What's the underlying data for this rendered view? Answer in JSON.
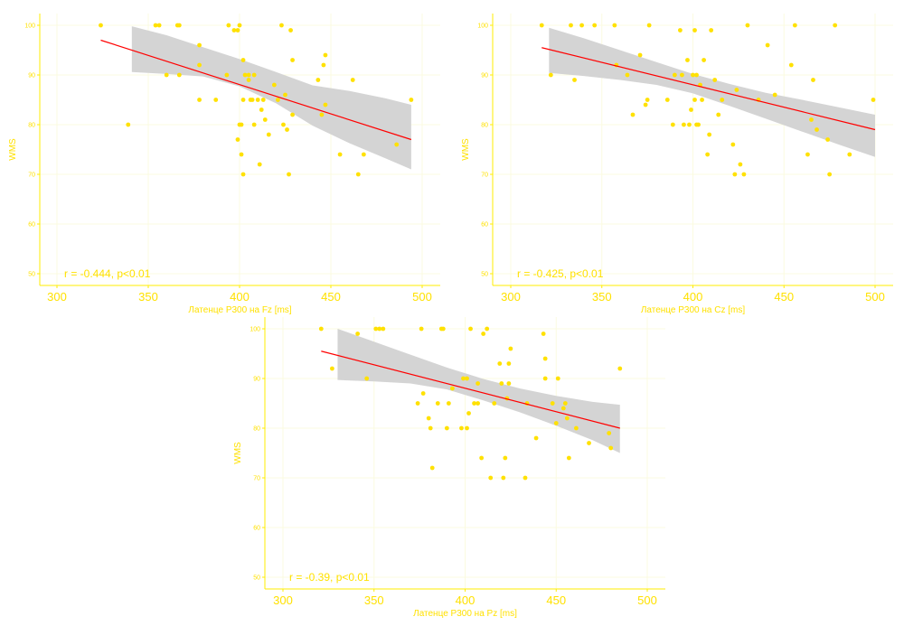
{
  "style": {
    "axis_color": "#ffee00",
    "label_color": "#ffe100",
    "point_color": "#ffe100",
    "fit_color": "#ff0000",
    "band_color": "#d4d4d4"
  },
  "chart_data": [
    {
      "type": "scatter",
      "title": "",
      "xlabel": "Латенце P300 на Fz [ms]",
      "ylabel": "WMS",
      "xlim": [
        290,
        500
      ],
      "ylim": [
        47,
        102
      ],
      "xticks": [
        300,
        350,
        400,
        450,
        500
      ],
      "yticks": [
        50,
        60,
        70,
        80,
        90,
        100
      ],
      "annotation": "r = -0.444, p<0.01",
      "fit": {
        "x0": 324,
        "y0": 97,
        "x1": 494,
        "y1": 77
      },
      "band": {
        "x": [
          341,
          360,
          380,
          400,
          420,
          440,
          460,
          480,
          494
        ],
        "upper": [
          99.8,
          98.0,
          95.6,
          93.2,
          90.6,
          87.9,
          86.8,
          85.3,
          84.0
        ],
        "lower": [
          90.6,
          90.2,
          89.7,
          87.7,
          84.3,
          79.8,
          76.3,
          73.2,
          71.0
        ]
      },
      "points": [
        [
          324,
          100
        ],
        [
          339,
          80
        ],
        [
          354,
          100
        ],
        [
          356,
          100
        ],
        [
          366,
          100
        ],
        [
          367,
          100
        ],
        [
          360,
          90
        ],
        [
          367,
          90
        ],
        [
          378,
          96
        ],
        [
          378,
          92
        ],
        [
          378,
          85
        ],
        [
          387,
          85
        ],
        [
          393,
          90
        ],
        [
          394,
          100
        ],
        [
          397,
          99
        ],
        [
          399,
          99
        ],
        [
          400,
          100
        ],
        [
          399,
          77
        ],
        [
          400,
          80
        ],
        [
          401,
          80
        ],
        [
          401,
          74
        ],
        [
          402,
          70
        ],
        [
          402,
          93
        ],
        [
          402,
          85
        ],
        [
          403,
          90
        ],
        [
          405,
          89
        ],
        [
          405,
          90
        ],
        [
          406,
          85
        ],
        [
          407,
          85
        ],
        [
          408,
          90
        ],
        [
          408,
          80
        ],
        [
          410,
          85
        ],
        [
          412,
          83
        ],
        [
          411,
          72
        ],
        [
          413,
          85
        ],
        [
          414,
          81
        ],
        [
          416,
          78
        ],
        [
          419,
          88
        ],
        [
          421,
          85
        ],
        [
          423,
          100
        ],
        [
          424,
          80
        ],
        [
          425,
          86
        ],
        [
          426,
          79
        ],
        [
          427,
          70
        ],
        [
          428,
          99
        ],
        [
          429,
          93
        ],
        [
          429,
          82
        ],
        [
          443,
          89
        ],
        [
          445,
          82
        ],
        [
          446,
          92
        ],
        [
          447,
          94
        ],
        [
          447,
          84
        ],
        [
          455,
          74
        ],
        [
          462,
          89
        ],
        [
          465,
          70
        ],
        [
          468,
          74
        ],
        [
          486,
          76
        ],
        [
          494,
          85
        ]
      ]
    },
    {
      "type": "scatter",
      "title": "",
      "xlabel": "Латенце P300 на Cz [ms]",
      "ylabel": "WMS",
      "xlim": [
        290,
        510
      ],
      "ylim": [
        47,
        102
      ],
      "xticks": [
        300,
        350,
        400,
        450,
        500
      ],
      "yticks": [
        50,
        60,
        70,
        80,
        90,
        100
      ],
      "annotation": "r = -0.425, p<0.01",
      "fit": {
        "x0": 317,
        "y0": 95.5,
        "x1": 500,
        "y1": 79
      },
      "band": {
        "x": [
          321,
          340,
          360,
          380,
          400,
          420,
          440,
          460,
          480,
          500
        ],
        "upper": [
          99.5,
          97.4,
          95.0,
          92.6,
          90.2,
          88.2,
          86.4,
          85.0,
          83.5,
          82.0
        ],
        "lower": [
          90.4,
          89.8,
          89.0,
          88.0,
          86.3,
          83.8,
          81.2,
          78.6,
          76.0,
          73.5
        ]
      },
      "points": [
        [
          317,
          100
        ],
        [
          322,
          90
        ],
        [
          333,
          100
        ],
        [
          335,
          89
        ],
        [
          339,
          100
        ],
        [
          346,
          100
        ],
        [
          357,
          100
        ],
        [
          358,
          92
        ],
        [
          364,
          90
        ],
        [
          367,
          82
        ],
        [
          371,
          94
        ],
        [
          374,
          84
        ],
        [
          375,
          85
        ],
        [
          376,
          100
        ],
        [
          386,
          85
        ],
        [
          389,
          80
        ],
        [
          390,
          90
        ],
        [
          393,
          99
        ],
        [
          394,
          90
        ],
        [
          395,
          80
        ],
        [
          397,
          93
        ],
        [
          398,
          80
        ],
        [
          399,
          83
        ],
        [
          400,
          90
        ],
        [
          401,
          99
        ],
        [
          401,
          85
        ],
        [
          402,
          80
        ],
        [
          402,
          90
        ],
        [
          403,
          80
        ],
        [
          404,
          88
        ],
        [
          405,
          85
        ],
        [
          406,
          93
        ],
        [
          408,
          74
        ],
        [
          409,
          78
        ],
        [
          410,
          99
        ],
        [
          412,
          89
        ],
        [
          414,
          82
        ],
        [
          416,
          85
        ],
        [
          422,
          76
        ],
        [
          423,
          70
        ],
        [
          424,
          87
        ],
        [
          426,
          72
        ],
        [
          428,
          70
        ],
        [
          430,
          100
        ],
        [
          436,
          85
        ],
        [
          441,
          96
        ],
        [
          445,
          86
        ],
        [
          454,
          92
        ],
        [
          456,
          100
        ],
        [
          463,
          74
        ],
        [
          465,
          81
        ],
        [
          466,
          89
        ],
        [
          468,
          79
        ],
        [
          474,
          77
        ],
        [
          475,
          70
        ],
        [
          478,
          100
        ],
        [
          486,
          74
        ],
        [
          499,
          85
        ]
      ]
    },
    {
      "type": "scatter",
      "title": "",
      "xlabel": "Латенце P300 на Pz [ms]",
      "ylabel": "WMS",
      "xlim": [
        290,
        510
      ],
      "ylim": [
        47,
        102
      ],
      "xticks": [
        300,
        350,
        400,
        450,
        500
      ],
      "yticks": [
        50,
        60,
        70,
        80,
        90,
        100
      ],
      "annotation": "r = -0.39, p<0.01",
      "fit": {
        "x0": 321,
        "y0": 95.5,
        "x1": 485,
        "y1": 80
      },
      "band": {
        "x": [
          330,
          350,
          370,
          390,
          410,
          430,
          450,
          470,
          485
        ],
        "upper": [
          100,
          97.4,
          94.8,
          92.2,
          89.9,
          88.0,
          86.5,
          85.3,
          84.7
        ],
        "lower": [
          89.7,
          89.4,
          89.0,
          87.8,
          85.6,
          83.2,
          80.5,
          77.6,
          75.0
        ]
      },
      "points": [
        [
          321,
          100
        ],
        [
          327,
          92
        ],
        [
          341,
          99
        ],
        [
          346,
          90
        ],
        [
          351,
          100
        ],
        [
          353,
          100
        ],
        [
          355,
          100
        ],
        [
          374,
          85
        ],
        [
          376,
          100
        ],
        [
          377,
          87
        ],
        [
          380,
          82
        ],
        [
          381,
          80
        ],
        [
          382,
          72
        ],
        [
          385,
          85
        ],
        [
          387,
          100
        ],
        [
          388,
          100
        ],
        [
          390,
          80
        ],
        [
          391,
          85
        ],
        [
          393,
          88
        ],
        [
          398,
          80
        ],
        [
          399,
          90
        ],
        [
          401,
          90
        ],
        [
          401,
          80
        ],
        [
          402,
          83
        ],
        [
          403,
          100
        ],
        [
          405,
          85
        ],
        [
          407,
          85
        ],
        [
          407,
          89
        ],
        [
          409,
          74
        ],
        [
          410,
          99
        ],
        [
          412,
          100
        ],
        [
          414,
          70
        ],
        [
          416,
          85
        ],
        [
          419,
          93
        ],
        [
          420,
          89
        ],
        [
          421,
          70
        ],
        [
          422,
          74
        ],
        [
          423,
          86
        ],
        [
          424,
          89
        ],
        [
          424,
          93
        ],
        [
          425,
          96
        ],
        [
          433,
          70
        ],
        [
          434,
          85
        ],
        [
          439,
          78
        ],
        [
          443,
          99
        ],
        [
          444,
          94
        ],
        [
          444,
          90
        ],
        [
          448,
          85
        ],
        [
          450,
          81
        ],
        [
          451,
          90
        ],
        [
          454,
          84
        ],
        [
          455,
          85
        ],
        [
          456,
          82
        ],
        [
          457,
          74
        ],
        [
          461,
          80
        ],
        [
          468,
          77
        ],
        [
          479,
          79
        ],
        [
          480,
          76
        ],
        [
          485,
          92
        ]
      ]
    }
  ]
}
